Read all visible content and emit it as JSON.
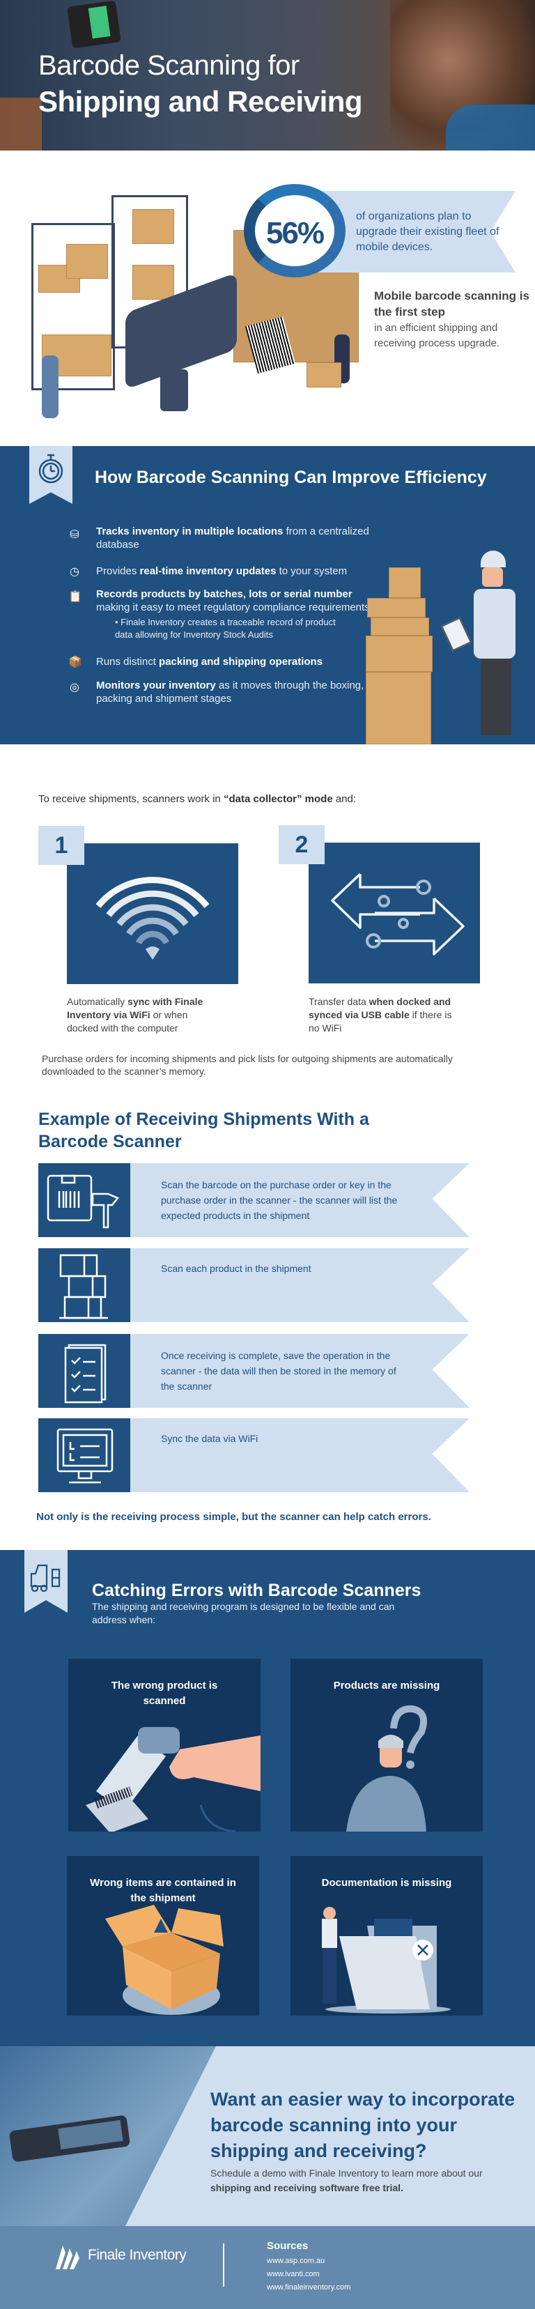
{
  "hero": {
    "title_line1": "Barcode Scanning for",
    "title_line2": "Shipping and Receiving"
  },
  "stat": {
    "value": "56%",
    "text": "of organizations plan to upgrade their existing fleet of mobile devices.",
    "mobile_bold": "Mobile barcode scanning is the first step",
    "mobile_rest": "in an efficient shipping and receiving process upgrade."
  },
  "efficiency": {
    "title": "How Barcode Scanning Can Improve Efficiency",
    "items": [
      {
        "icon": "database-icon",
        "bold": "Tracks inventory in multiple locations",
        "rest": " from a centralized database"
      },
      {
        "icon": "clock-icon",
        "pre": "Provides ",
        "bold": "real-time inventory updates",
        "rest": " to your system"
      },
      {
        "icon": "clipboard-icon",
        "bold": "Records products by batches, lots or serial number",
        "rest": " making it easy to meet regulatory compliance requirements",
        "sub": "Finale Inventory creates a traceable record of product data allowing for Inventory Stock Audits"
      },
      {
        "icon": "open-box-icon",
        "pre": "Runs distinct ",
        "bold": "packing and shipping operations"
      },
      {
        "icon": "radar-icon",
        "bold": "Monitors your inventory",
        "rest": " as it moves through the boxing, packing and shipment stages"
      }
    ]
  },
  "modes": {
    "intro_pre": "To receive shipments, scanners work in ",
    "intro_bold": "“data collector” mode",
    "intro_post": " and:",
    "steps": [
      {
        "number": "1",
        "icon": "wifi-icon",
        "pre": "Automatically ",
        "bold": "sync with Finale Inventory via WiFi",
        "rest": " or when docked with the computer"
      },
      {
        "number": "2",
        "icon": "transfer-arrows-icon",
        "pre": "Transfer data ",
        "bold": "when docked and synced via USB cable",
        "rest": " if there is no WiFi"
      }
    ],
    "footnote": "Purchase orders for incoming shipments and pick lists for outgoing shipments are automatically downloaded to the scanner’s memory."
  },
  "example": {
    "title": "Example of Receiving Shipments With a Barcode Scanner",
    "rows": [
      {
        "icon": "box-scanner-icon",
        "text": "Scan the barcode on the purchase order or key in the purchase order in the scanner - the scanner will list the expected products in the shipment"
      },
      {
        "icon": "stacked-boxes-icon",
        "text": "Scan each product in the shipment"
      },
      {
        "icon": "checklist-icon",
        "text": "Once receiving is complete, save the operation in the scanner - the data will then be stored in the memory of the scanner"
      },
      {
        "icon": "monitor-icon",
        "text": "Sync the data via WiFi"
      }
    ],
    "note": "Not only is the receiving process simple, but the scanner can help catch errors."
  },
  "errors": {
    "title": "Catching Errors with Barcode Scanners",
    "subtitle": "The shipping and receiving program is designed to be flexible and can address when:",
    "cards": [
      {
        "title": "The wrong product is scanned"
      },
      {
        "title": "Products are missing"
      },
      {
        "title": "Wrong items are contained in the shipment"
      },
      {
        "title": "Documentation is missing"
      }
    ]
  },
  "cta": {
    "heading": "Want an easier way to incorporate barcode scanning into your shipping and receiving?",
    "sub_pre": "Schedule a demo with Finale Inventory to learn more about our ",
    "sub_bold": "shipping and receiving software free trial."
  },
  "footer": {
    "logo": "Finale Inventory",
    "sources_title": "Sources",
    "sources": [
      "www.asp.com.au",
      "www.ivanti.com",
      "www.finaleinventory.com"
    ]
  },
  "colors": {
    "primary": "#1f5080",
    "light": "#cfdff0",
    "card": "#12365e",
    "footer": "#6389ad"
  }
}
